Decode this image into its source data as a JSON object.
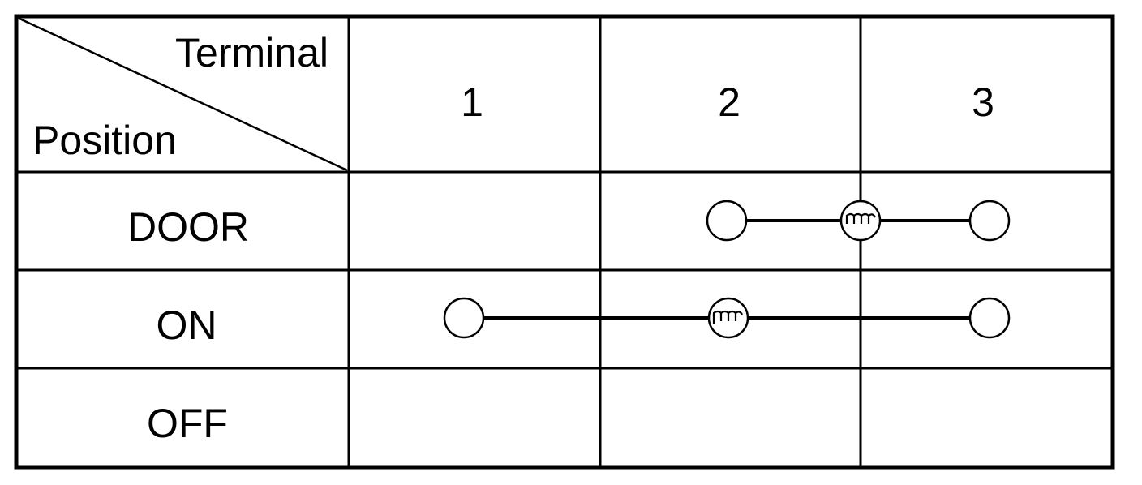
{
  "table": {
    "header": {
      "corner_top": "Terminal",
      "corner_bottom": "Position",
      "terminals": [
        "1",
        "2",
        "3"
      ]
    },
    "rows": [
      {
        "position": "DOOR",
        "connections": [
          [
            2,
            3
          ]
        ],
        "lamp_between": [
          2,
          3
        ]
      },
      {
        "position": "ON",
        "connections": [
          [
            1,
            3
          ]
        ],
        "lamp_between": [
          1,
          3
        ]
      },
      {
        "position": "OFF",
        "connections": [],
        "lamp_between": null
      }
    ]
  }
}
